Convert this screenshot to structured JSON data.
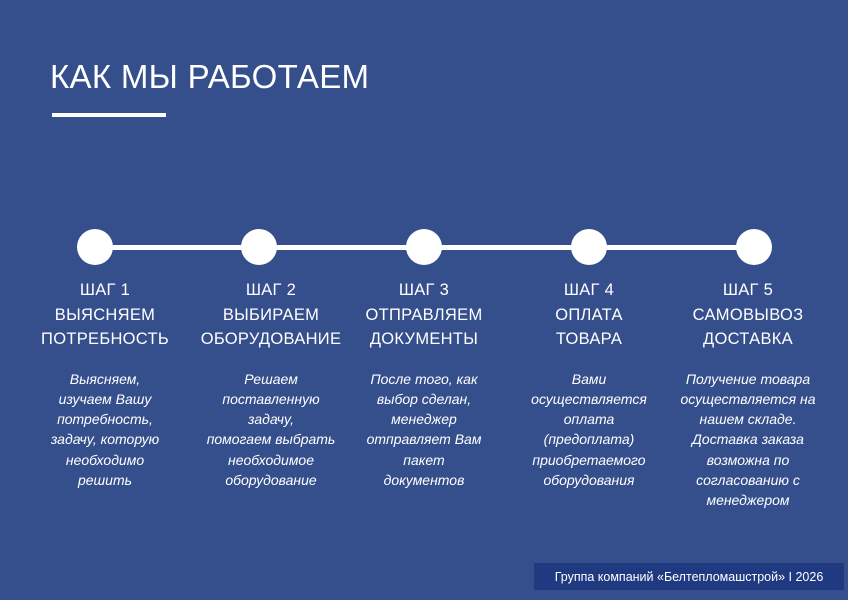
{
  "title": "КАК МЫ РАБОТАЕМ",
  "steps": [
    {
      "number": "ШАГ 1",
      "line1": "ВЫЯСНЯЕМ",
      "line2": "ПОТРЕБНОСТЬ",
      "desc": [
        "Выясняем,",
        "изучаем Вашу",
        "потребность,",
        "задачу, которую",
        "необходимо",
        "решить"
      ]
    },
    {
      "number": "ШАГ 2",
      "line1": "ВЫБИРАЕМ",
      "line2": "ОБОРУДОВАНИЕ",
      "desc": [
        "Решаем",
        "поставленную",
        "задачу,",
        "помогаем выбрать",
        "необходимое",
        "оборудование"
      ]
    },
    {
      "number": "ШАГ 3",
      "line1": "ОТПРАВЛЯЕМ",
      "line2": "ДОКУМЕНТЫ",
      "desc": [
        "После того, как",
        "выбор сделан,",
        "менеджер",
        "отправляет Вам",
        "пакет",
        "документов"
      ]
    },
    {
      "number": "ШАГ 4",
      "line1": "ОПЛАТА",
      "line2": "ТОВАРА",
      "desc": [
        "Вами",
        "осуществляется",
        "оплата",
        "(предоплата)",
        "приобретаемого",
        "оборудования"
      ]
    },
    {
      "number": "ШАГ 5",
      "line1": "САМОВЫВОЗ",
      "line2": "ДОСТАВКА",
      "desc": [
        "Получение товара",
        "осуществляется на",
        "нашем складе.",
        "Доставка заказа",
        "возможна  по",
        "согласованию с",
        "менеджером"
      ]
    }
  ],
  "footer": "Группа компаний «Белтепломашстрой» I 2026",
  "colors": {
    "background": "#344f8c",
    "footer_bg": "#1f3a80",
    "accent": "#ffffff"
  }
}
